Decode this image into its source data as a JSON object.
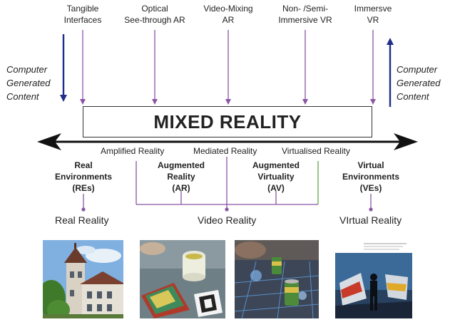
{
  "title": "MIXED REALITY",
  "top_labels": [
    {
      "id": "tangible",
      "text": "Tangible\nInterfaces"
    },
    {
      "id": "optical",
      "text": "Optical\nSee-through AR"
    },
    {
      "id": "video-mixing",
      "text": "Video-Mixing\nAR"
    },
    {
      "id": "semi-immersive",
      "text": "Non- /Semi-\nImmersive VR"
    },
    {
      "id": "immersive",
      "text": "Immersve\nVR"
    }
  ],
  "computer_generated_left": "Computer\nGenerated\nContent",
  "computer_generated_right": "Computer\nGenerated\nContent",
  "environments": {
    "re": "Real\nEnvironments\n(REs)",
    "ar": "Augmented\nReality\n(AR)",
    "av": "Augmented\nVirtuality\n(AV)",
    "ve": "Virtual\nEnvironments\n(VEs)"
  },
  "mid_labels": {
    "amplified": "Amplified Reality",
    "mediated": "Mediated Reality",
    "virtualised": "Virtualised Reality"
  },
  "realities": {
    "real": "Real Reality",
    "video": "Video Reality",
    "virtual": "VIrtual Reality"
  },
  "colors": {
    "purple": "#8a55a6",
    "blue": "#1f2e8a",
    "green": "#5fa84e",
    "arrow": "#111111"
  }
}
